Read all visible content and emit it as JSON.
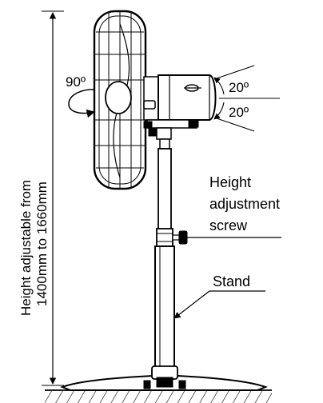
{
  "diagram": {
    "height_label_line1": "Height adjustable from",
    "height_label_line2": "1400mm to 1660mm",
    "rotation_label": "90º",
    "tilt_up_label": "20º",
    "tilt_down_label": "20º",
    "screw_label_line1": "Height",
    "screw_label_line2": "adjustment",
    "screw_label_line3": "screw",
    "stand_label": "Stand"
  }
}
